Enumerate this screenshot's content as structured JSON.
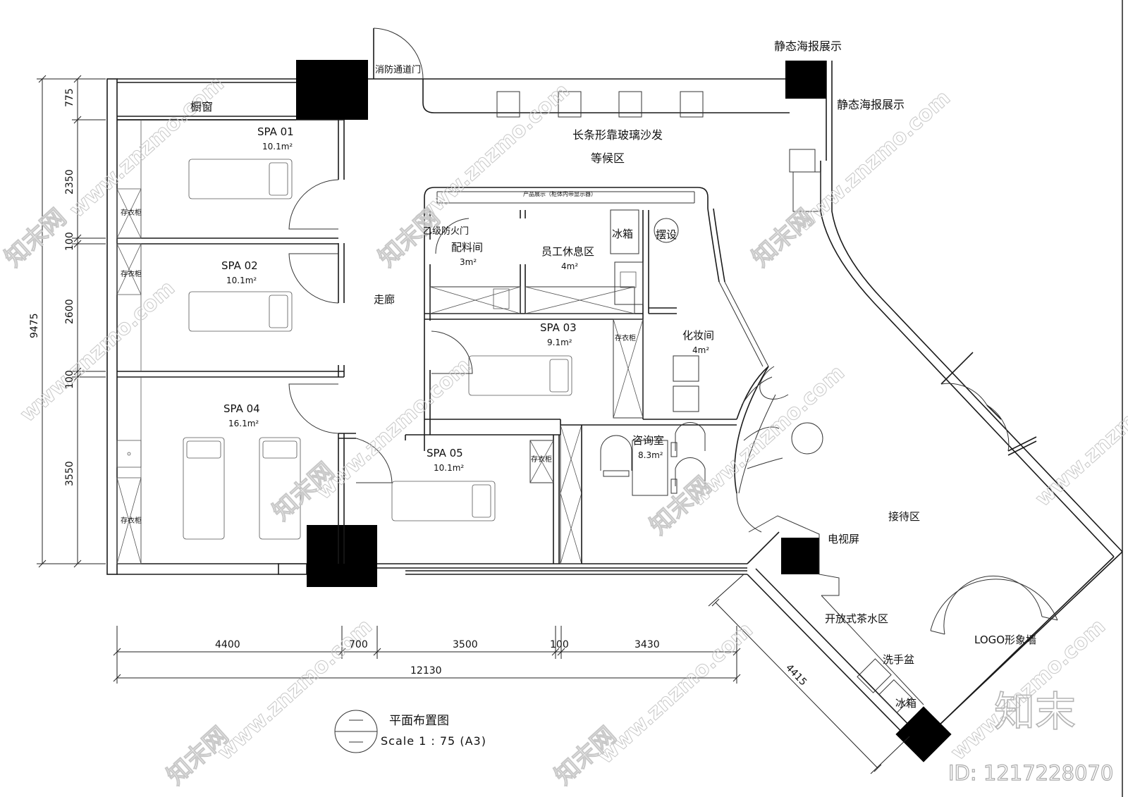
{
  "watermark": {
    "site": "www.znzmo.com",
    "brand_cn": "知末网",
    "logo": "知末",
    "id_label": "ID: 1217228070"
  },
  "rooms": {
    "display_window": "橱窗",
    "fire_exit_door": "消防通道门",
    "poster_top": "静态海报展示",
    "poster_side": "静态海报展示",
    "sofa": "长条形靠玻璃沙发",
    "waiting": "等候区",
    "spa01": "SPA 01",
    "spa01_area": "10.1m²",
    "spa02": "SPA 02",
    "spa02_area": "10.1m²",
    "spa03": "SPA 03",
    "spa03_area": "9.1m²",
    "spa04": "SPA 04",
    "spa04_area": "16.1m²",
    "spa05": "SPA 05",
    "spa05_area": "10.1m²",
    "locker1": "存衣柜",
    "locker2": "存衣柜",
    "locker3": "存衣柜",
    "locker4": "存衣柜",
    "locker5": "存衣柜",
    "product_display": "产品展示（柜体内带显示器）",
    "fire_door_b": "乙级防火门",
    "prep_room": "配料间",
    "prep_area": "3m²",
    "staff_rest": "员工休息区",
    "staff_area": "4m²",
    "fridge1": "冰箱",
    "decor": "摆设",
    "corridor": "走廊",
    "makeup": "化妆间",
    "makeup_area": "4m²",
    "consult": "咨询室",
    "consult_area": "8.3m²",
    "reception": "接待区",
    "tv": "电视屏",
    "tea": "开放式茶水区",
    "basin": "洗手盆",
    "fridge2": "冰箱",
    "logo_wall": "LOGO形象墙"
  },
  "dims_left": [
    "775",
    "2350",
    "100",
    "2600",
    "100",
    "3550"
  ],
  "dim_total_left": "9475",
  "dims_bottom": [
    "4400",
    "700",
    "3500",
    "100",
    "3430"
  ],
  "dim_total_bottom": "12130",
  "dim_diag": "4415",
  "title_block": {
    "title": "平面布置图",
    "scale": "Scale 1 :  75 (A3)"
  }
}
